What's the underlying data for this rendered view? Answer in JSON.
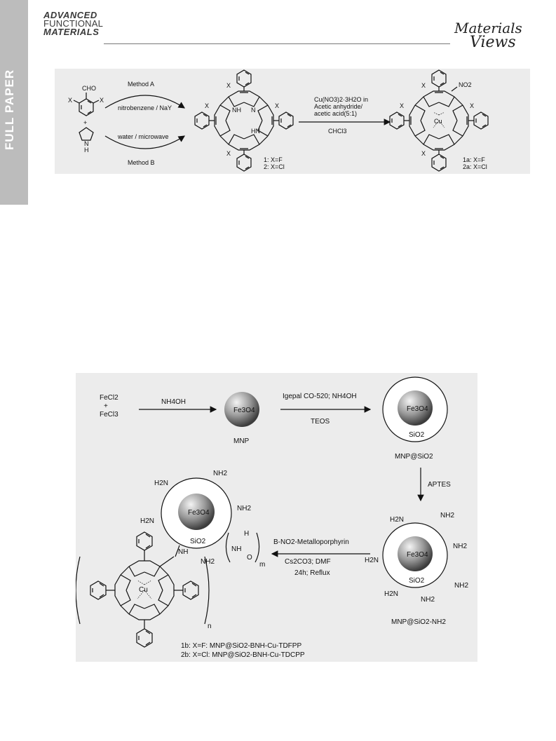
{
  "header": {
    "journal_logo": [
      "ADVANCED",
      "FUNCTIONAL",
      "MATERIALS"
    ],
    "publisher_logo": [
      "Materials",
      "Views"
    ],
    "section_tab": "FULL PAPER"
  },
  "scheme1": {
    "reactant_aldehyde": "CHO",
    "reactant_x": "X",
    "plus": "+",
    "pyrrole_nh": "N",
    "pyrrole_h": "H",
    "method_a": "Method A",
    "method_a_conditions": "nitrobenzene / NaY",
    "method_b_conditions": "water / microwave",
    "method_b": "Method B",
    "porphyrin_nh": "NH",
    "porphyrin_n": "N",
    "porphyrin_hn": "HN",
    "product_labels": [
      "1: X=F",
      "2: X=Cl"
    ],
    "reagent_lines": [
      "Cu(NO3)2·3H2O in",
      "Acetic anhydride/",
      "acetic acid(5:1)",
      "CHCl3"
    ],
    "cu": "Cu",
    "no2": "NO2",
    "nitro_product_labels": [
      "1a: X=F",
      "2a: X=Cl"
    ]
  },
  "scheme2": {
    "reactants": [
      "FeCl2",
      "+",
      "FeCl3"
    ],
    "step1_reagent": "NH4OH",
    "mnp_core": "Fe3O4",
    "mnp_label": "MNP",
    "step2_reagent_top": "Igepal CO-520; NH4OH",
    "step2_reagent_bottom": "TEOS",
    "shell": "SiO2",
    "mnp_silica_label": "MNP@SiO2",
    "step3_reagent": "APTES",
    "amine": "NH2",
    "amine_left": "H2N",
    "amine_product_label": "MNP@SiO2-NH2",
    "step4_reagents": [
      "B-NO2-Metalloporphyrin",
      "Cs2CO3; DMF",
      "24h; Reflux"
    ],
    "formyl_h": "H",
    "formyl_o": "O",
    "amide_nh": "NH",
    "subscript_m": "m",
    "subscript_n": "n",
    "cu": "Cu",
    "final_labels": [
      "1b: X=F: MNP@SiO2-BNH-Cu-TDFPP",
      "2b: X=Cl: MNP@SiO2-BNH-Cu-TDCPP"
    ]
  }
}
